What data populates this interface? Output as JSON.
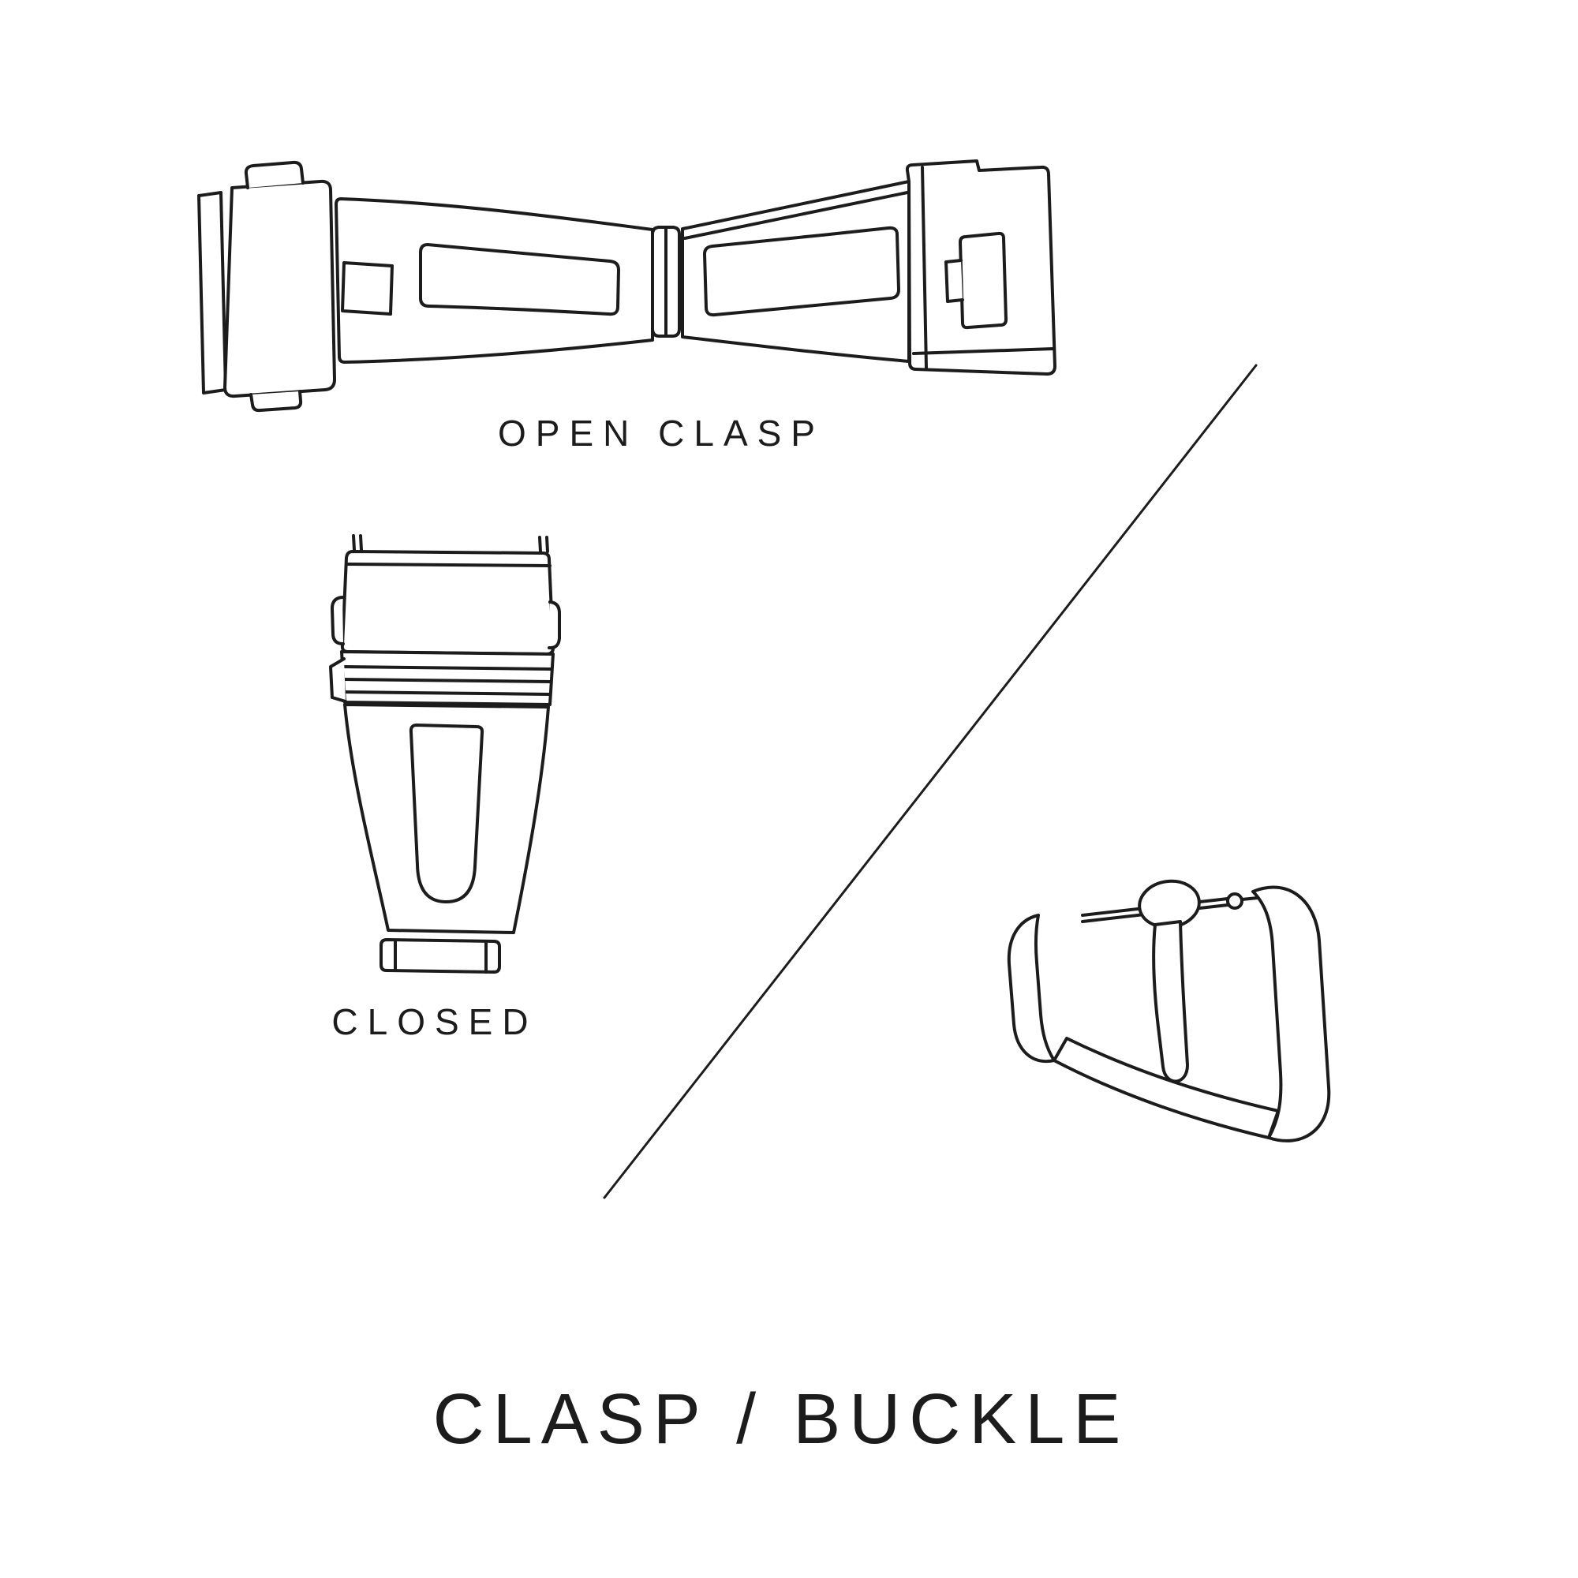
{
  "canvas": {
    "background": "#ffffff",
    "line_color": "#1c1c1c"
  },
  "labels": {
    "open_clasp": "OPEN CLASP",
    "closed": "CLOSED",
    "title": "CLASP / BUCKLE"
  },
  "illustrations": [
    {
      "name": "open-clasp-illustration",
      "caption": "OPEN CLASP"
    },
    {
      "name": "closed-clasp-illustration",
      "caption": "CLOSED"
    },
    {
      "name": "tang-buckle-illustration",
      "caption": ""
    }
  ]
}
